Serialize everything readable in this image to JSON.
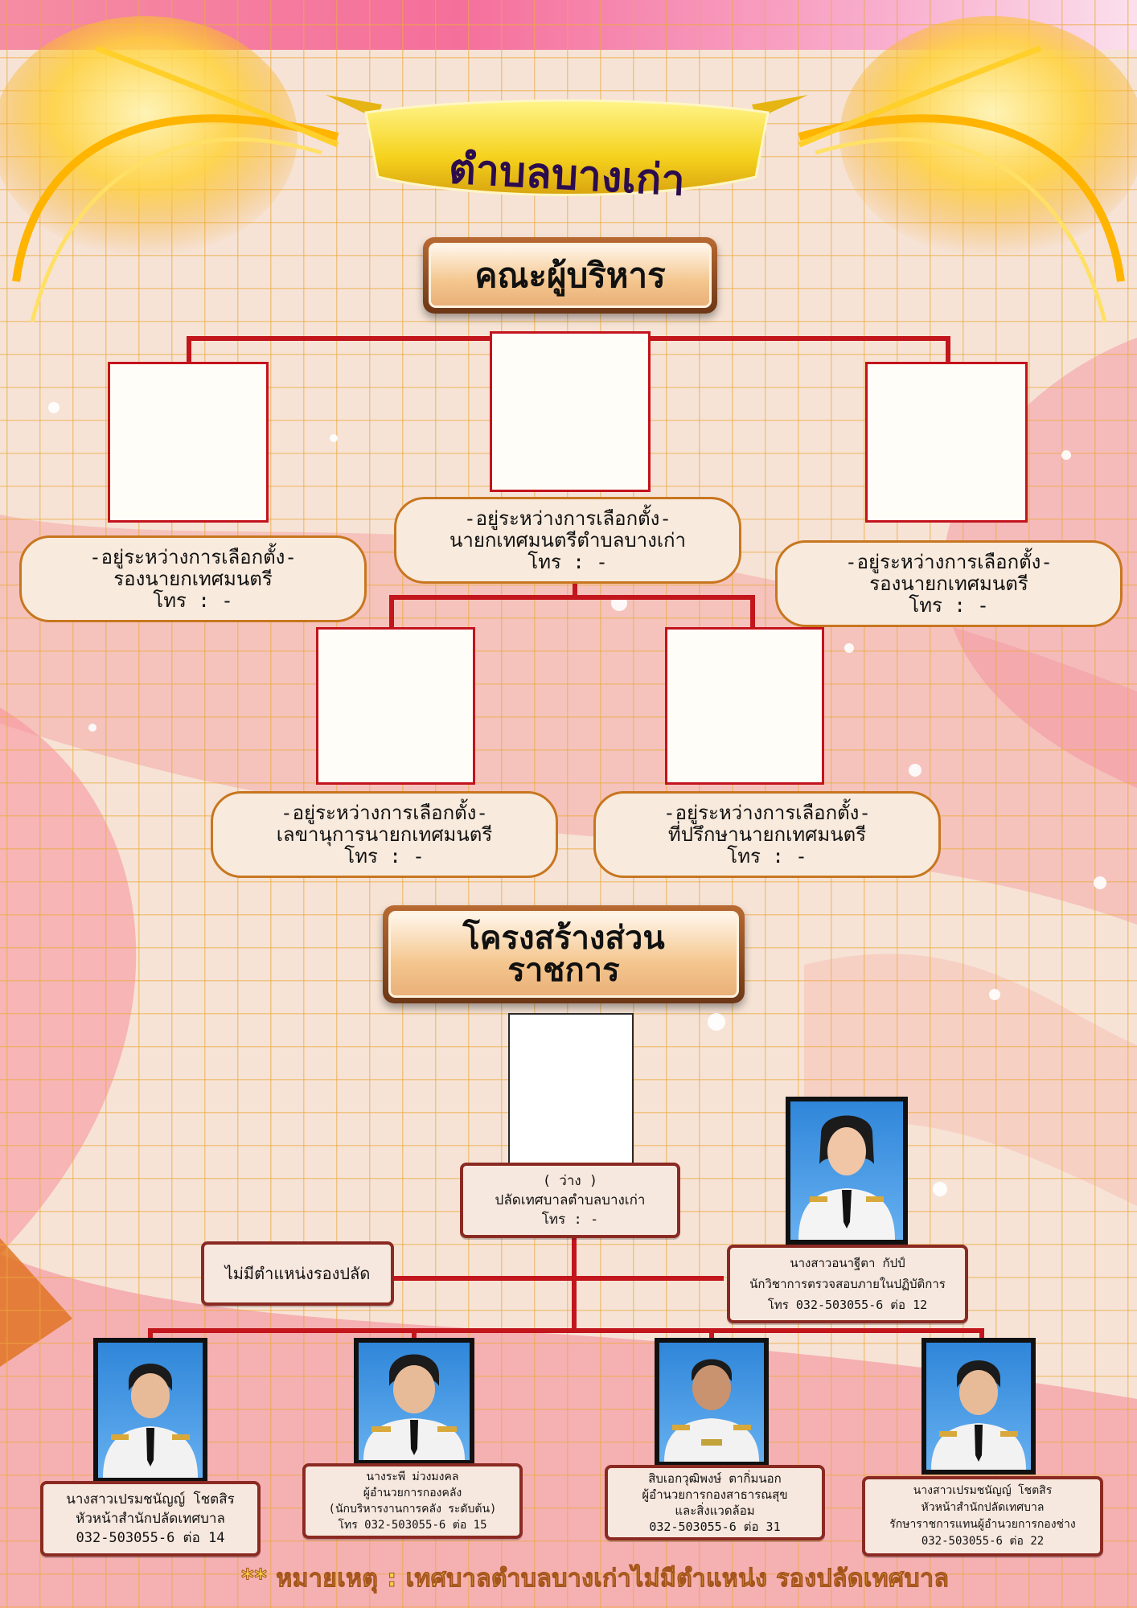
{
  "header": {
    "title": "เทศบาล",
    "subtitle": "ตำบลบางเก่า"
  },
  "executive": {
    "heading": "คณะผู้บริหาร",
    "members": [
      {
        "status": "-อยู่ระหว่างการเลือกตั้ง-",
        "position": "รองนายกเทศมนตรี",
        "phone": "โทร : -"
      },
      {
        "status": "-อยู่ระหว่างการเลือกตั้ง-",
        "position": "นายกเทศมนตรีตำบลบางเก่า",
        "phone": "โทร : -"
      },
      {
        "status": "-อยู่ระหว่างการเลือกตั้ง-",
        "position": "รองนายกเทศมนตรี",
        "phone": "โทร : -"
      },
      {
        "status": "-อยู่ระหว่างการเลือกตั้ง-",
        "position": "เลขานุการนายกเทศมนตรี",
        "phone": "โทร : -"
      },
      {
        "status": "-อยู่ระหว่างการเลือกตั้ง-",
        "position": "ที่ปรึกษานายกเทศมนตรี",
        "phone": "โทร : -"
      }
    ]
  },
  "administration": {
    "heading_line1": "โครงสร้างส่วน",
    "heading_line2": "ราชการ",
    "head": {
      "status": "( ว่าง )",
      "position": "ปลัดเทศบาลตำบลบางเก่า",
      "phone": "โทร : -"
    },
    "deputy_note": "ไม่มีตำแหน่งรองปลัด",
    "auditor": {
      "name": "นางสาวอนาฐีตา กัปป์",
      "position": "นักวิชาการตรวจสอบภายในปฏิบัติการ",
      "phone": "โทร 032-503055-6 ต่อ 12"
    },
    "staff": [
      {
        "name": "นางสาวเปรมชนัญญ์ โชตสิร",
        "position": "หัวหน้าสำนักปลัดเทศบาล",
        "extra": "",
        "phone": "032-503055-6 ต่อ 14"
      },
      {
        "name": "นางระพี ม่วงมงคล",
        "position": "ผู้อำนวยการกองคลัง",
        "extra": "(นักบริหารงานการคลัง ระดับต้น)",
        "phone": "โทร 032-503055-6 ต่อ 15"
      },
      {
        "name": "สิบเอกวุฒิพงษ์  ตากิ่มนอก",
        "position": "ผู้อำนวยการกองสาธารณสุข",
        "extra": "และสิ่งแวดล้อม",
        "phone": "032-503055-6 ต่อ 31"
      },
      {
        "name": "นางสาวเปรมชนัญญ์  โชตสิร",
        "position": "หัวหน้าสำนักปลัดเทศบาล",
        "extra": "รักษาราชการแทนผู้อำนวยการกองช่าง",
        "phone": "032-503055-6 ต่อ 22"
      }
    ]
  },
  "footer": {
    "stars": "**",
    "note": "หมายเหตุ : เทศบาลตำบลบางเก่าไม่มีตำแหน่ง รองปลัดเทศบาล"
  },
  "colors": {
    "connector": "#c2151c",
    "card_border": "#8a2a22",
    "cloud_border": "#c8761f",
    "title": "#2b0c4e"
  }
}
